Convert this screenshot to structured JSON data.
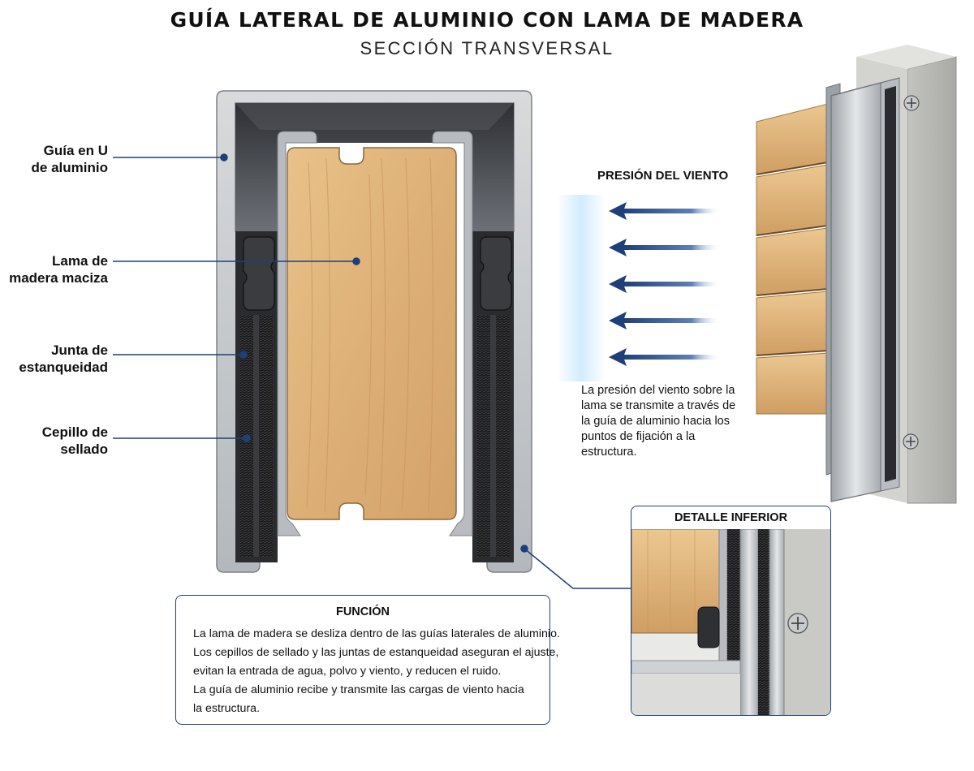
{
  "header": {
    "title": "GUÍA LATERAL DE ALUMINIO CON LAMA DE MADERA",
    "subtitle": "SECCIÓN TRANSVERSAL"
  },
  "callouts": [
    {
      "id": "guide",
      "lines": [
        "Guía en U",
        "de aluminio"
      ]
    },
    {
      "id": "slat",
      "lines": [
        "Lama de",
        "madera maciza"
      ]
    },
    {
      "id": "seal",
      "lines": [
        "Junta de",
        "estanqueidad"
      ]
    },
    {
      "id": "brush",
      "lines": [
        "Cepillo de",
        "sellado"
      ]
    }
  ],
  "wind": {
    "title": "PRESIÓN DEL VIENTO",
    "description": "La presión del viento sobre la lama se transmite a través de la guía de aluminio hacia los puntos de fijación a la estructura.",
    "arrow_count": 5
  },
  "function_box": {
    "title": "FUNCIÓN",
    "lines": [
      "La lama de madera se desliza dentro de las guías laterales de aluminio.",
      "Los cepillos de sellado y las juntas de estanqueidad aseguran el ajuste,",
      "evitan la entrada de agua, polvo y viento, y reducen el ruido.",
      "La guía de aluminio recibe y transmite las cargas de viento hacia",
      "la estructura."
    ]
  },
  "detail_box": {
    "title": "DETALLE INFERIOR"
  },
  "colors": {
    "accent": "#1f3f78",
    "aluminum": "#c9ccd0",
    "aluminum_dark": "#8e9399",
    "wood": "#e2b77a",
    "wood_dark": "#c9955a",
    "seal": "#2a2b2e",
    "brush": "#1a1a1c",
    "concrete": "#b5b5b2"
  }
}
